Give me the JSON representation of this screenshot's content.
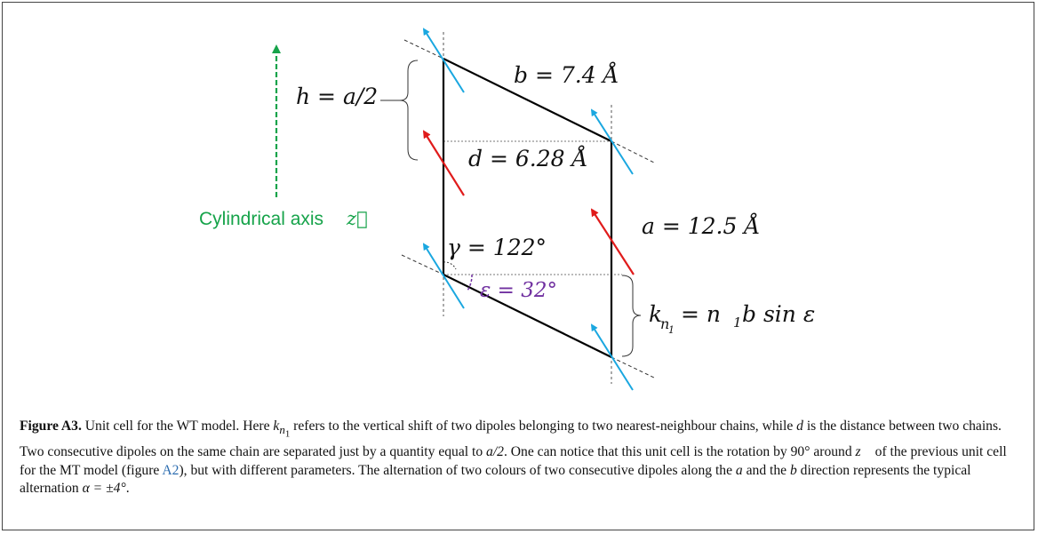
{
  "figure": {
    "labels": {
      "h": "h = a/2",
      "b": "b = 7.4 Å",
      "d": "d = 6.28 Å",
      "a": "a = 12.5 Å",
      "gamma": "γ = 122°",
      "epsilon": "ε = 32°",
      "k": "= n",
      "k_sub": "n",
      "k_subsub": "1",
      "k_sub2": "1",
      "k_rest": "b sin ε",
      "k_letter": "k",
      "axis": "Cylindrical axis",
      "axis_z": "z⃗"
    },
    "colors": {
      "cell": "#000000",
      "dipole_blue": "#1aa7e0",
      "dipole_red": "#e01b1b",
      "axis_green": "#16a34a",
      "epsilon_purple": "#7030a0",
      "dashed": "#444444"
    }
  },
  "caption": {
    "label": "Figure A3.",
    "text1": " Unit cell for the WT model. Here ",
    "k": "k",
    "k_sub": "n",
    "k_subsub": "1",
    "text2": " refers to the vertical shift of two dipoles belonging to two nearest-neighbour chains, while ",
    "d": "d",
    "text3": " is the distance between two chains. Two consecutive dipoles on the same chain are separated just by a quantity equal to ",
    "half": "a/2",
    "text4": ". One can notice that this unit cell is the rotation by 90° around ",
    "z": "z⃗",
    "text5": " of the previous unit cell for the MT model (figure ",
    "ref": "A2",
    "text6": "), but with different parameters. The alternation of two colours of two consecutive dipoles along the ",
    "a": "a",
    "text7": " and the ",
    "b": "b",
    "text8": " direction represents the typical alternation ",
    "alpha": "α = ±4°",
    "text9": "."
  }
}
